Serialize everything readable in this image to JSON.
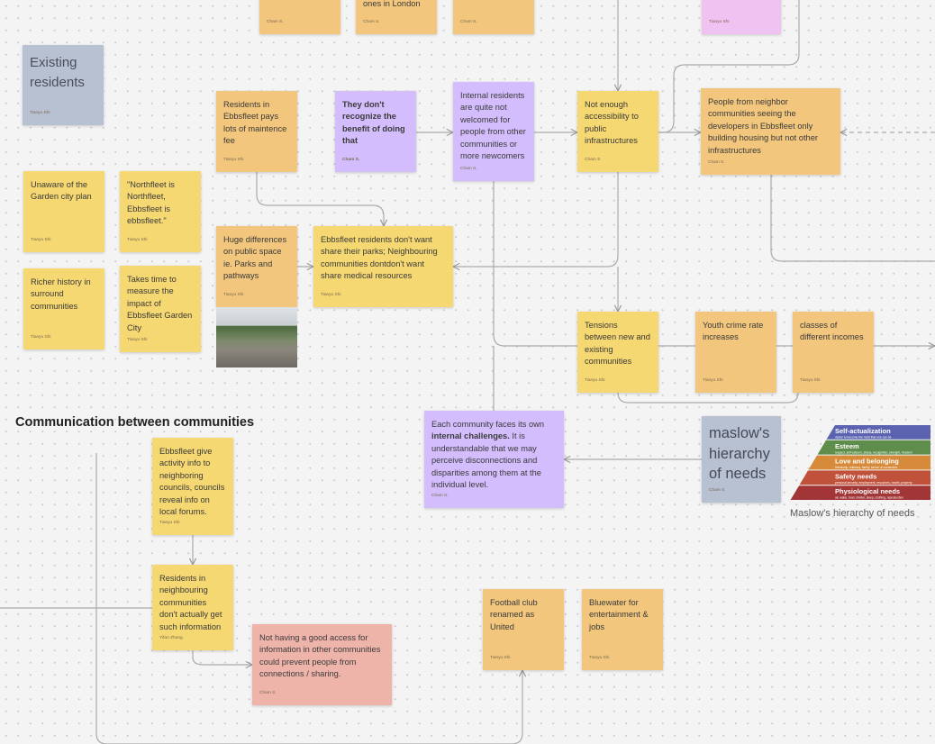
{
  "notes": {
    "top1": {
      "text": "",
      "author": "Cham S."
    },
    "top2": {
      "text": "ones in London",
      "author": "Cham S."
    },
    "top3": {
      "text": "",
      "author": "Cham S."
    },
    "top4": {
      "text": "",
      "author": "Tianyu Shi"
    },
    "existing": {
      "text": "Existing residents",
      "author": "Tianyu Shi"
    },
    "maintence": {
      "text": "Residents in Ebbsfleet pays lots of maintence fee",
      "author": "Tianyu Shi"
    },
    "recognize": {
      "text": "They don't recognize the benefit of doing that",
      "author": "Cham S."
    },
    "internal": {
      "text": "Internal residents are quite not welcomed for people from other communities or more newcomers",
      "author": "Cham S."
    },
    "access": {
      "text": "Not enough accessibility to public infrastructures",
      "author": "Cham S."
    },
    "neighbor": {
      "text": "People from neighbor communities seeing the developers in Ebbsfleet only building housing but not other infrastructures",
      "author": "Cham S."
    },
    "unaware": {
      "text": "Unaware of the Garden city plan",
      "author": "Tianyu Shi"
    },
    "northfleet": {
      "text": "\"Northfleet is Northfleet, Ebbsfleet is ebbsfleet.\"",
      "author": "Tianyu Shi"
    },
    "richer": {
      "text": "Richer history in surround communities",
      "author": "Tianyu Shi"
    },
    "takes": {
      "text": "Takes time to measure the impact of Ebbsfleet Garden City",
      "author": "Tianyu Shi"
    },
    "huge": {
      "text": "Huge differences on public space ie. Parks and pathways",
      "author": "Tianyu Shi"
    },
    "parks": {
      "text": "Ebbsfleet residents don't want share their parks; Neighbouring communities dontdon't want share medical resources",
      "author": "Tianyu Shi"
    },
    "tensions": {
      "text": "Tensions between new and existing communities",
      "author": "Tianyu Shi"
    },
    "youth": {
      "text": "Youth crime rate increases",
      "author": "Tianyu Shi"
    },
    "classes": {
      "text": "classes of different incomes",
      "author": "Tianyu Shi"
    },
    "each": {
      "pre": "Each community faces its own ",
      "bold": "internal challenges.",
      "post": " It is understandable that we may perceive disconnections and disparities among them at the individual level.",
      "author": "Cham S."
    },
    "maslow": {
      "text": "maslow's hierarchy of needs",
      "author": "Cham S."
    },
    "give": {
      "text": "Ebbsfleet give activity info to neighboring councils, councils reveal info on local forums.",
      "author": "Tianyu Shi"
    },
    "neighbouring": {
      "text": "Residents in neighbouring communities don't actually get such information",
      "author": "Yifan Zhang"
    },
    "notaccess": {
      "text": "Not having a good access for information in other communities could prevent people from connections / sharing.",
      "author": "Cham S."
    },
    "football": {
      "text": "Football club renamed as United",
      "author": "Tianyu Shi"
    },
    "bluewater": {
      "text": "Bluewater for entertainment  & jobs",
      "author": "Tianyu Shi"
    }
  },
  "section_heading": "Communication between communities",
  "pyramid": {
    "levels": [
      {
        "title": "Self-actualization",
        "sub": "desire to become the most that one can be",
        "color": "#5b63b0"
      },
      {
        "title": "Esteem",
        "sub": "respect, self-esteem, status, recognition, strength, freedom",
        "color": "#5f8e4c"
      },
      {
        "title": "Love and belonging",
        "sub": "friendship, intimacy, family, sense of connection",
        "color": "#d68a3a"
      },
      {
        "title": "Safety needs",
        "sub": "personal security, employment, resources, health, property",
        "color": "#c0513b"
      },
      {
        "title": "Physiological needs",
        "sub": "air, water, food, shelter, sleep, clothing, reproduction",
        "color": "#a23636"
      }
    ],
    "caption": "Maslow's hierarchy of needs"
  }
}
